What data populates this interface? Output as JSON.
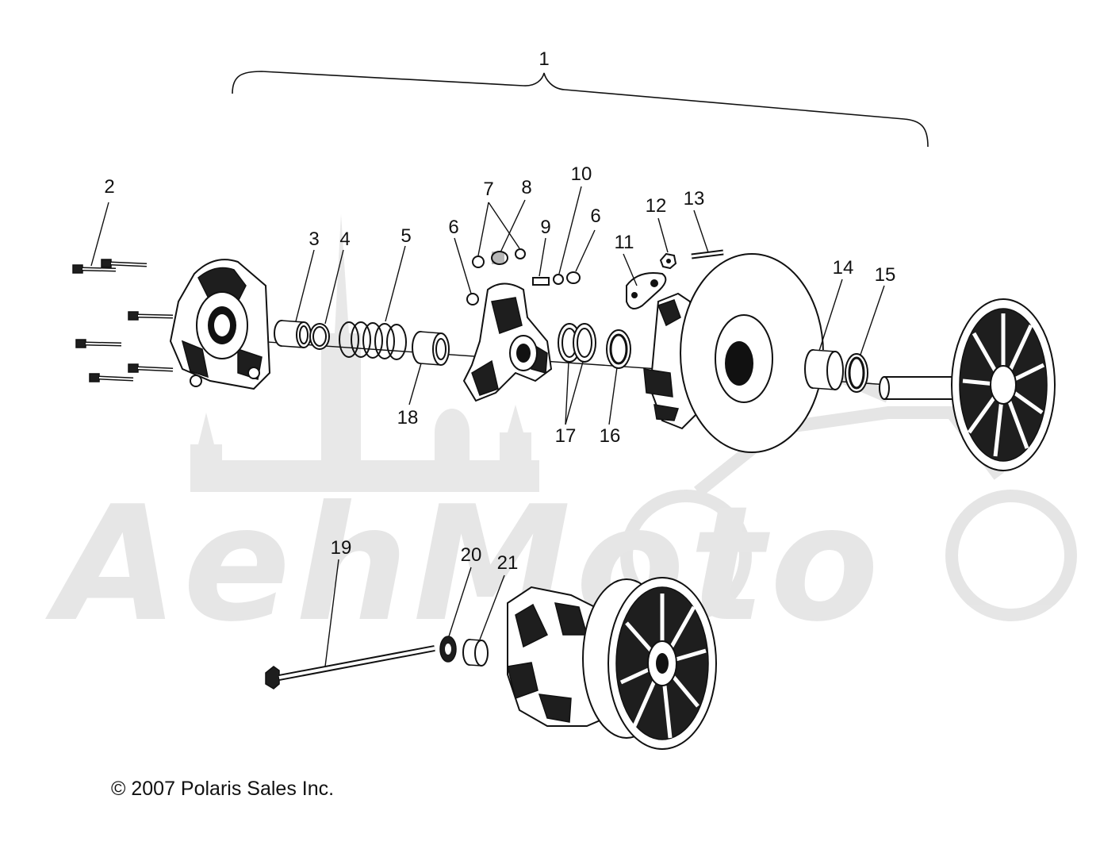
{
  "callouts": {
    "c1": "1",
    "c2": "2",
    "c3": "3",
    "c4": "4",
    "c5": "5",
    "c6a": "6",
    "c6b": "6",
    "c7": "7",
    "c8": "8",
    "c9": "9",
    "c10": "10",
    "c11": "11",
    "c12": "12",
    "c13": "13",
    "c14": "14",
    "c15": "15",
    "c16": "16",
    "c17": "17",
    "c18": "18",
    "c19": "19",
    "c20": "20",
    "c21": "21"
  },
  "watermark": {
    "text": "AehMoto",
    "color": "#e4e4e4"
  },
  "copyright": "© 2007 Polaris Sales Inc."
}
